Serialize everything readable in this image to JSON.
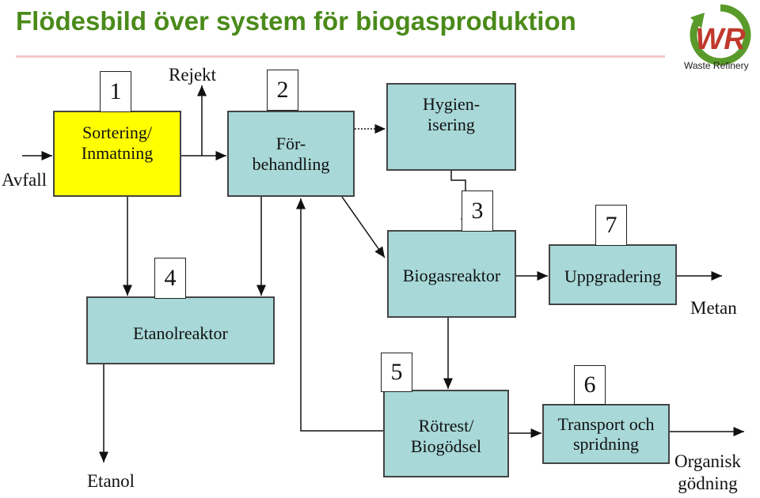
{
  "title": "Flödesbild över system för biogasproduktion",
  "logo": {
    "text": "Waste Refinery",
    "letters": "WR"
  },
  "boxes": {
    "sortering": "Sortering/\nInmatning",
    "forbehandling": "För-\nbehandling",
    "hygienisering": "Hygien-\nisering",
    "etanolreaktor": "Etanolreaktor",
    "biogasreaktor": "Biogasreaktor",
    "uppgradering": "Uppgradering",
    "rotrest": "Rötrest/\nBiogödsel",
    "transport": "Transport och\nspridning"
  },
  "numbers": {
    "n1": "1",
    "n2": "2",
    "n3": "3",
    "n4": "4",
    "n5": "5",
    "n6": "6",
    "n7": "7"
  },
  "labels": {
    "avfall": "Avfall",
    "rejekt": "Rejekt",
    "metan": "Metan",
    "etanol": "Etanol",
    "organisk": "Organisk\ngödning"
  },
  "colors": {
    "title": "#4a8a1a",
    "teal_box": "#a8d8d8",
    "yellow_box": "#ffff00",
    "logo_red": "#c0392b",
    "logo_green": "#5a9a2a"
  }
}
